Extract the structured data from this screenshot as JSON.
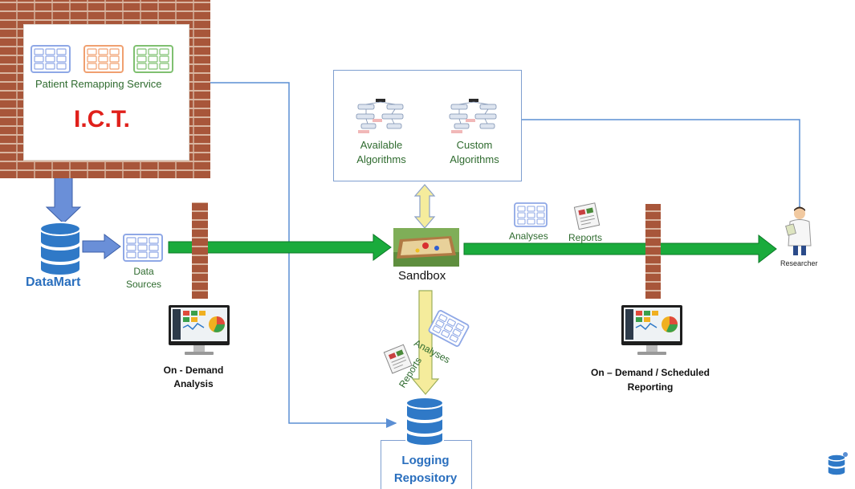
{
  "colors": {
    "flow_arrow": "#1aab3c",
    "flow_arrow_dark": "#0b7a26",
    "connector": "#5b8fd4",
    "database": "#2f79c7",
    "database_label": "#2a6fbe",
    "ict_text": "#e0201b",
    "brick": "#a8563a",
    "algo_label": "#2f6b2f",
    "sandbox_pipe": "#f5ec9c"
  },
  "ict_box": {
    "service_label": "Patient Remapping Service",
    "title": "I.C.T.",
    "tables": [
      {
        "icon": "table-icon",
        "color": "#8fa8e6"
      },
      {
        "icon": "table-icon",
        "color": "#f0a070"
      },
      {
        "icon": "table-icon",
        "color": "#7fc070"
      }
    ]
  },
  "datamart": {
    "label": "DataMart",
    "icon": "database-icon"
  },
  "data_sources": {
    "line1": "Data",
    "line2": "Sources",
    "icon": "table-icon"
  },
  "algorithms_box": {
    "available": {
      "line1": "Available",
      "line2": "Algorithms",
      "icon": "flowchart-icon"
    },
    "custom": {
      "line1": "Custom",
      "line2": "Algorithms",
      "icon": "flowchart-icon"
    }
  },
  "sandbox": {
    "label": "Sandbox",
    "icon": "sandbox-icon"
  },
  "outputs_right": {
    "analyses": "Analyses",
    "reports": "Reports"
  },
  "outputs_down": {
    "analyses": "Analyses",
    "reports": "Reports"
  },
  "researcher": {
    "label": "Researcher",
    "icon": "researcher-icon"
  },
  "on_demand": {
    "line1": "On - Demand",
    "line2": "Analysis",
    "icon": "monitor-dashboard-icon"
  },
  "scheduled": {
    "line1": "On – Demand / Scheduled",
    "line2": "Reporting",
    "icon": "monitor-dashboard-icon"
  },
  "logging": {
    "line1": "Logging",
    "line2": "Repository",
    "icon": "database-icon"
  },
  "corner_logo": {
    "icon": "logo-database-icon"
  }
}
